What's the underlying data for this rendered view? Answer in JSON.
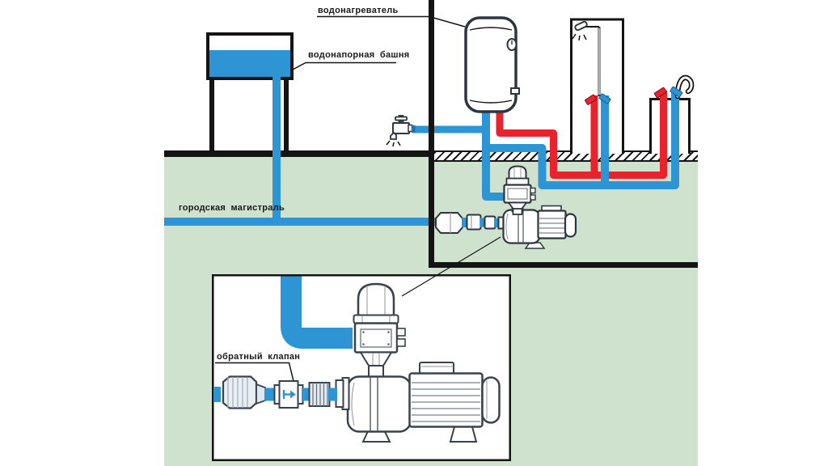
{
  "labels": {
    "water_heater": "водонагреватель",
    "water_tower": "водонапорная башня",
    "city_main": "городская магистраль",
    "check_valve": "обратный клапан"
  },
  "colors": {
    "cold_water": "#2D95D3",
    "hot_water": "#E8232D",
    "ground_green": "#CFE2CD",
    "line_black": "#141414",
    "fitting_fill": "#E9EEF4",
    "metal_stroke": "#39424C"
  },
  "component_icons": [
    "water-tower-icon",
    "city-main-pipe",
    "outdoor-tap-icon",
    "water-heater-icon",
    "shower-cabin-icon",
    "sink-mixer-icon",
    "surface-pump-icon",
    "pressure-control-unit-icon",
    "compression-fitting-icon",
    "check-valve-icon",
    "pump-detail-inset"
  ]
}
